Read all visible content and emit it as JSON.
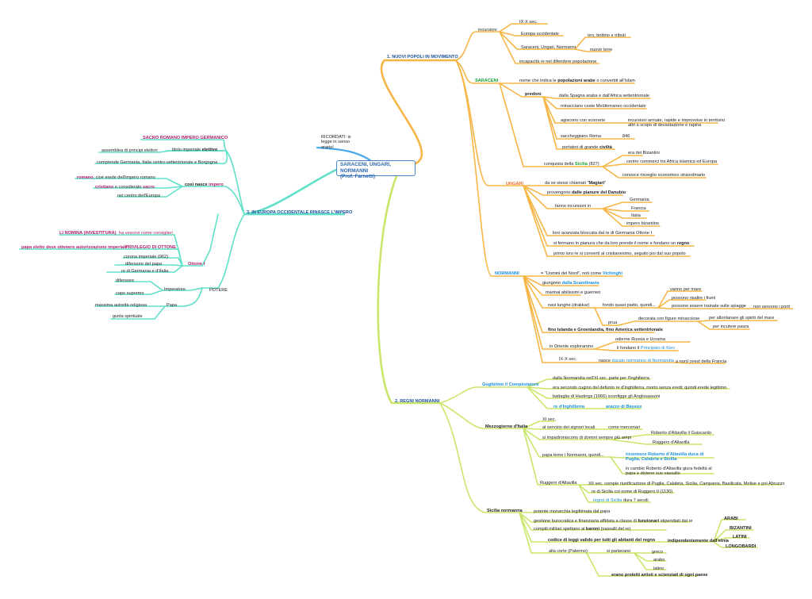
{
  "central": {
    "line1": "SARACENI, UNGARI, NORMANNI",
    "line2": "(Prof. Farnetti)"
  },
  "note": "RICORDATI: si legge in senso orario!",
  "branch1": {
    "title": "1. NUOVI POPOLI IN MOVIMENTO",
    "incursioni": "incursioni",
    "ix_x": "IX-X sec.",
    "europa_occ": "Europa occidentale",
    "sun": "Saraceni, Ungari, Normanni",
    "oro": "oro, bottino e tributi",
    "terre": "nuove terre",
    "incapacita": "incapacità re nel difendere popolazione",
    "saraceni": {
      "label": "SARACENI",
      "nome_pre": "nome che indica le ",
      "nome_b": "popolazioni arabe",
      "nome_post": " o convertiti all'Islam",
      "predoni": "predoni",
      "spagna": "dalla Spagna araba e dall'Africa settentrionale",
      "minacciano": "minacciano coste Mediterraneo occidentale",
      "scorrerie": "agiscono con scorrerie",
      "incursioni_desc": "incursioni armate, rapide e improvvise in territorio altri a scopo di devastazione e rapina",
      "roma": "saccheggiano Roma",
      "anno": "846",
      "civilta_pre": "portatori di grande ",
      "civilta_b": "civiltà",
      "sicilia_pre": "conquista della ",
      "sicilia_hl": "Sicilia",
      "sicilia_post": " (827)",
      "bizantini": "era dei Bizantini",
      "commerci": "centro commerci tra Africa islamica ed Europa",
      "risveglio": "conosce risveglio economico straordinario"
    },
    "ungari": {
      "label": "UNGARI",
      "magiari_pre": "da se stessi chiamati \"",
      "magiari_b": "Magiari",
      "magiari_post": "\"",
      "danubio_pre": "provengono ",
      "danubio_b": "dalle pianure del Danubio",
      "fanno": "fanno incursioni in",
      "paesi": [
        "Germania",
        "Francia",
        "Italia",
        "impero bizantino"
      ],
      "ottone": "loro avanzata bloccata dal re di Germania Ottone I",
      "regno_pre": "si fermano in pianura che da loro prende il nome e fondano un ",
      "regno_b": "regno",
      "primo": "primo loro re si convertì al cristianesimo, seguito poi dal suo popolo"
    },
    "normanni": {
      "label": "NORMANNI",
      "uomini_pre": "= \"Uomini del Nord\", noti come ",
      "uomini_hl": "Vichinghi",
      "giungono_pre": "giungono ",
      "giungono_hl": "dalla Scandinavia",
      "marinai": "marinai abilissimi e guerrieri",
      "navi": "navi lunghe (drakkar)",
      "fondo": "fondo quasi piatto, quindi...",
      "vanno": "vanno per mare",
      "fiumi": "possono risalire i fiumi",
      "spiagge": "possono essere trainate sulle spiagge",
      "porti": "non servono i porti",
      "prua": "prua",
      "decorata": "decorata con figure minacciose",
      "spiriti": "per allontanare gli spiriti del mare",
      "paura": "per incutere paura",
      "islanda": "fino Islanda e Groenlandia, fino America settentrionale",
      "oriente": "in Oriente esplorarono",
      "russia": "odierne Russia e Ucraina",
      "kiev_pre": "li fondano il ",
      "kiev_hl": "Principato di Kiev",
      "ixx": "IX-X sec.",
      "ducato_pre": "nasce ",
      "ducato_hl": "ducato normanno di Normandia",
      "nord_ovest": "a nord ovest della Francia"
    }
  },
  "branch2": {
    "title": "2. REGNI NORMANNI",
    "guglielmo": {
      "label": "Guglielmo il Conquistatore",
      "partire": "dalla Normandia nell'XI sec. parte per l'Inghilterra",
      "cugino": "era secondo cugino del defunto re d'Inghilterra, morto senza eredi; quindi erede legittimo",
      "hastings": "battaglia di Hastings (1066) sconfigge gli Anglosassoni",
      "re_ing": "re d'Inghilterra",
      "arazzo": "arazzo di Bayeux"
    },
    "mezzogiorno": {
      "label": "Mezzogiorno d'Italia",
      "xi": "XI sec.",
      "servizio": "al servizio dei signori locali",
      "mercenari": "come mercenari",
      "impadroniscono": "si impadroniscono di domini sempre più ampi",
      "guiscardo": "Roberto d'Altavilla il Guiscardo",
      "ruggero_alt": "Ruggero d'Altavilla",
      "papa_teme": "papa teme i Normanni, quindi...",
      "riconosce": "riconosce Roberto d'Altavilla duca di Puglia, Calabria e Sicilia",
      "cambio": "in cambio Roberto d'Altavilla giura fedeltà al papa e diviene suo vassallo",
      "ruggero": "Ruggero d'Altavilla",
      "xii": "XII sec. compie riunificazione di Puglia, Calabria, Sicilia, Campania, Basilicata, Molise e poi Abruzzo",
      "re_sicilia": "re di Sicilia col nome di Ruggero II (1130)",
      "regno_sicilia_hl": "regno di Sicilia",
      "regno_sicilia_post": " dura 7 secoli"
    },
    "sicilia": {
      "label": "Sicilia normanna",
      "monarchia": "potente monarchia legittimata dal papa",
      "gestione_pre": "gestione burocratica e finanziaria affidata a classe di ",
      "gestione_b": "funzionari",
      "gestione_post": " stipendiati dal re",
      "compiti_pre": "compiti militari spettano ai ",
      "compiti_b": "baroni",
      "compiti_post": " (vassalli del re)",
      "codice": "codice di leggi valido per tutti gli abitanti del regno",
      "indip": "indipendentemente dall'etnia",
      "etnie": [
        "ARABI",
        "BIZANTINI",
        "LATINI",
        "LONGOBARDI"
      ],
      "corte": "alla corte (Palermo)",
      "parlavano": "si parlavano",
      "lingue": [
        "greco",
        "arabo",
        "latino"
      ],
      "protetti": "erano protetti artisti e scienziati di ogni paese"
    }
  },
  "branch3": {
    "title": "3. IN EUROPA OCCIDENTALE RINASCE L'IMPERO",
    "sacro": "SACRO ROMANO IMPERO GERMANICO",
    "titolo_pre": "titolo imperiale ",
    "titolo_b": "elettivo",
    "assemblea": "assemblea di principi elettori",
    "comprende": "comprende Germania, Italia centro-settentrionale e Borgogna",
    "cosi_pre": "così nasce ",
    "cosi_hl": "impero",
    "romano_hl": "romano",
    ", ": "",
    "romano_post": ", cioè erede dell'impero romano",
    "cristiano_hl": "cristiano",
    "cristiano_post": " e considerato ",
    "sacro_hl": "sacro",
    "centro": "nel centro dell'Europa",
    "ottone": "Ottone I",
    "investitura": "LI NOMINA (INVESTITURA)",
    "vescovi": "ha vescovi come consiglieri",
    "papa_eletto": "papa eletto deve ottenere autorizzazione imperiale",
    "privilegio": "PRIVILEGIO DI OTTONE",
    "corona": "corona imperiale (962)",
    "difensore_papa": "difensore del papa",
    "re_germania": "re di Germania e d'Italia",
    "potere": "POTERE",
    "imperatore": "Imperatore",
    "difensore": "difensore",
    "capo": "capo supremo",
    "papa": "Papa",
    "autorita": "massima autorità religiosa",
    "guida": "guida spirituale"
  },
  "colors": {
    "branch1": "#f6b545",
    "branch2": "#c9e66a",
    "branch3": "#5fe0c8",
    "note": "#4aa8e8"
  }
}
